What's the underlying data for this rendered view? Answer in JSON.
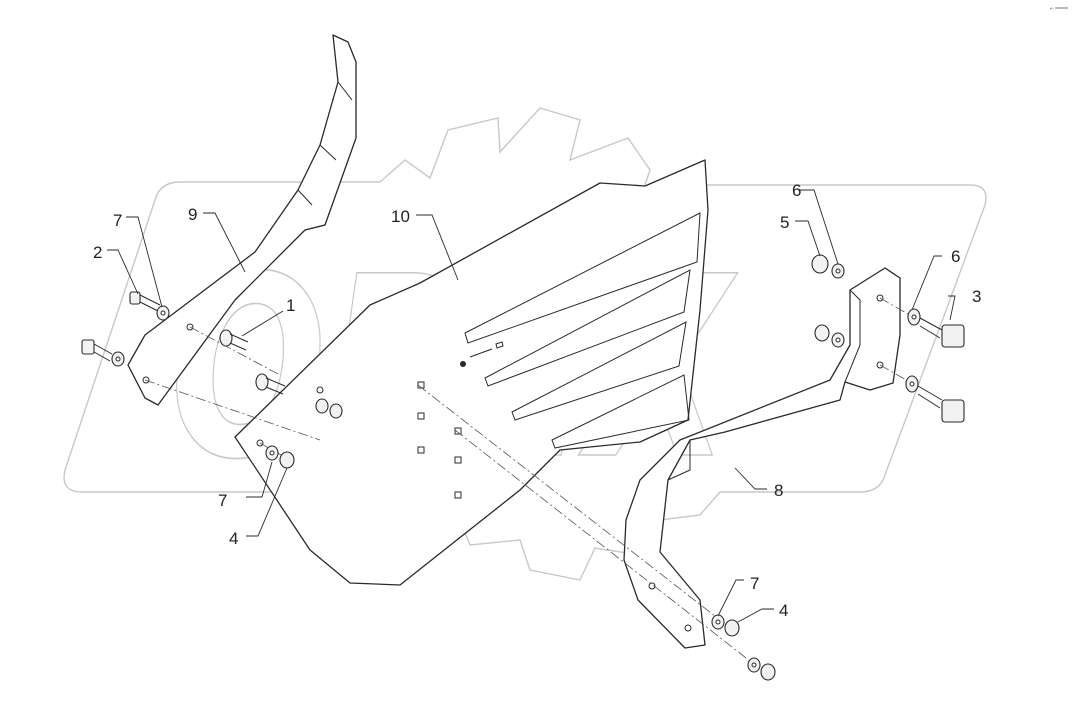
{
  "header": {
    "corner_mark": "⌐ ═══"
  },
  "watermark": {
    "text": "OPEX",
    "color": "#c8c8c8"
  },
  "callouts": [
    {
      "id": "c1",
      "label": "1"
    },
    {
      "id": "c2",
      "label": "2"
    },
    {
      "id": "c3",
      "label": "3"
    },
    {
      "id": "c4a",
      "label": "4"
    },
    {
      "id": "c4b",
      "label": "4"
    },
    {
      "id": "c5",
      "label": "5"
    },
    {
      "id": "c6a",
      "label": "6"
    },
    {
      "id": "c6b",
      "label": "6"
    },
    {
      "id": "c7a",
      "label": "7"
    },
    {
      "id": "c7b",
      "label": "7"
    },
    {
      "id": "c7c",
      "label": "7"
    },
    {
      "id": "c8",
      "label": "8"
    },
    {
      "id": "c9",
      "label": "9"
    },
    {
      "id": "c10",
      "label": "10"
    }
  ],
  "parts": [
    {
      "number": "1",
      "icon": "bolt-icon"
    },
    {
      "number": "2",
      "icon": "bolt-icon"
    },
    {
      "number": "3",
      "icon": "bolt-icon"
    },
    {
      "number": "4",
      "icon": "nut-icon"
    },
    {
      "number": "5",
      "icon": "nut-icon"
    },
    {
      "number": "6",
      "icon": "washer-icon"
    },
    {
      "number": "7",
      "icon": "washer-icon"
    },
    {
      "number": "8",
      "icon": "bracket-icon"
    },
    {
      "number": "9",
      "icon": "blade-icon"
    },
    {
      "number": "10",
      "icon": "plate-icon"
    }
  ],
  "colors": {
    "line": "#2a2a2a",
    "watermark": "#c8c8c8",
    "background": "#ffffff"
  }
}
